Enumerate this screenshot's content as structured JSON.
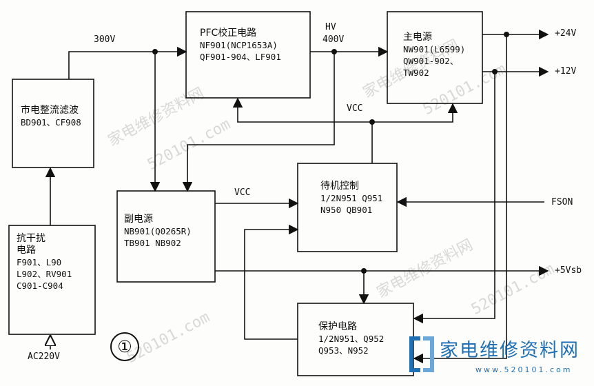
{
  "watermarks": [
    "家电维修资料网",
    "520101.com",
    "家电维修资料网",
    "520101.com",
    "520101.com",
    "家电维修资料网",
    "520101.com"
  ],
  "blocks": {
    "rectifier": {
      "title": "市电整流滤波",
      "lines": [
        "BD901、CF908"
      ]
    },
    "emi": {
      "title": "抗干扰",
      "lines": [
        "电路",
        "F901、L90",
        "L902、RV901",
        "C901-C904"
      ]
    },
    "pfc": {
      "title": "PFC校正电路",
      "lines": [
        "NF901(NCP1653A)",
        "QF901-904、LF901"
      ]
    },
    "main": {
      "title": "主电源",
      "lines": [
        "NW901(L6599)",
        "QW901-902、",
        "TW902"
      ]
    },
    "aux": {
      "title": "副电源",
      "lines": [
        "NB901(Q0265R)",
        "TB901 NB902"
      ]
    },
    "standby": {
      "title": "待机控制",
      "lines": [
        "1/2N951 Q951",
        "N950 QB901"
      ]
    },
    "protect": {
      "title": "保护电路",
      "lines": [
        "1/2N951、Q952",
        "Q953、N952"
      ]
    }
  },
  "labels": {
    "v300": "300V",
    "hv": "HV",
    "v400": "400V",
    "vcc_top": "VCC",
    "vcc_mid": "VCC",
    "out24": "+24V",
    "out12": "+12V",
    "fson": "FSON",
    "out5vsb": "+5Vsb",
    "ac": "AC220V",
    "figure_num": "①"
  },
  "logo": {
    "cn": "家电维修资料网",
    "url": "www.520101.com"
  },
  "colors": {
    "line": "#111111",
    "logo": "#1f6fb5",
    "watermark": "#a0a0a0"
  }
}
